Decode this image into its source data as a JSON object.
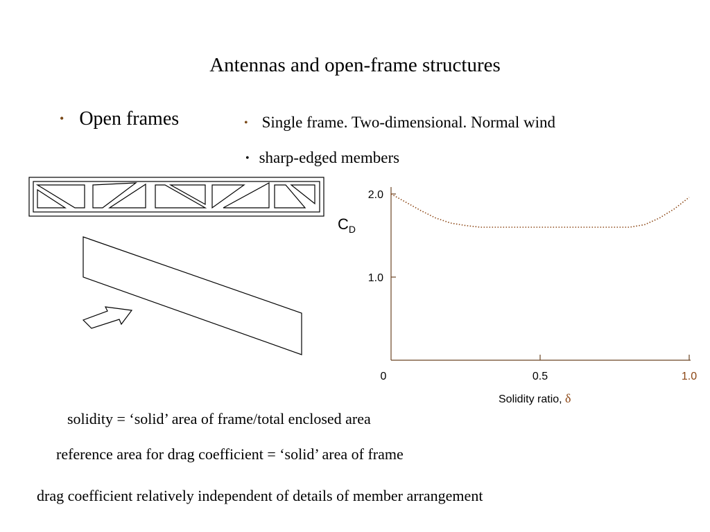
{
  "title": "Antennas and open-frame structures",
  "bullets": {
    "open_frames": "Open frames",
    "single_frame": "Single frame.   Two-dimensional.   Normal wind",
    "sharp_edged": "sharp-edged members"
  },
  "notes": {
    "solidity": "solidity = ‘solid’ area of frame/total enclosed area",
    "reference_area": "reference area for drag coefficient = ‘solid’ area of frame",
    "independence": "drag coefficient relatively independent of details of member arrangement"
  },
  "colors": {
    "axis": "#6b4423",
    "curve": "#8b4513",
    "highlight": "#8b4513",
    "bullet": "#7a4a1a"
  },
  "chart_data": {
    "type": "line",
    "ylabel_main": "C",
    "ylabel_sub": "D",
    "xlabel_text": "Solidity ratio, ",
    "xlabel_symbol": "δ",
    "xlim": [
      0,
      1.0
    ],
    "ylim": [
      0,
      2.0
    ],
    "x_ticks": [
      {
        "value": 0,
        "label": "0"
      },
      {
        "value": 0.5,
        "label": "0.5"
      },
      {
        "value": 1.0,
        "label": "1.0"
      }
    ],
    "y_ticks": [
      {
        "value": 1.0,
        "label": "1.0"
      },
      {
        "value": 2.0,
        "label": "2.0"
      }
    ],
    "grid": false,
    "series": [
      {
        "style": "dotted",
        "x": [
          0,
          0.05,
          0.1,
          0.15,
          0.2,
          0.25,
          0.3,
          0.35,
          0.4,
          0.45,
          0.5,
          0.55,
          0.6,
          0.65,
          0.7,
          0.75,
          0.8,
          0.85,
          0.9,
          0.95,
          1.0
        ],
        "y": [
          2.0,
          1.9,
          1.8,
          1.71,
          1.65,
          1.62,
          1.6,
          1.6,
          1.6,
          1.6,
          1.6,
          1.6,
          1.6,
          1.6,
          1.6,
          1.6,
          1.6,
          1.63,
          1.71,
          1.82,
          1.96
        ]
      }
    ]
  }
}
